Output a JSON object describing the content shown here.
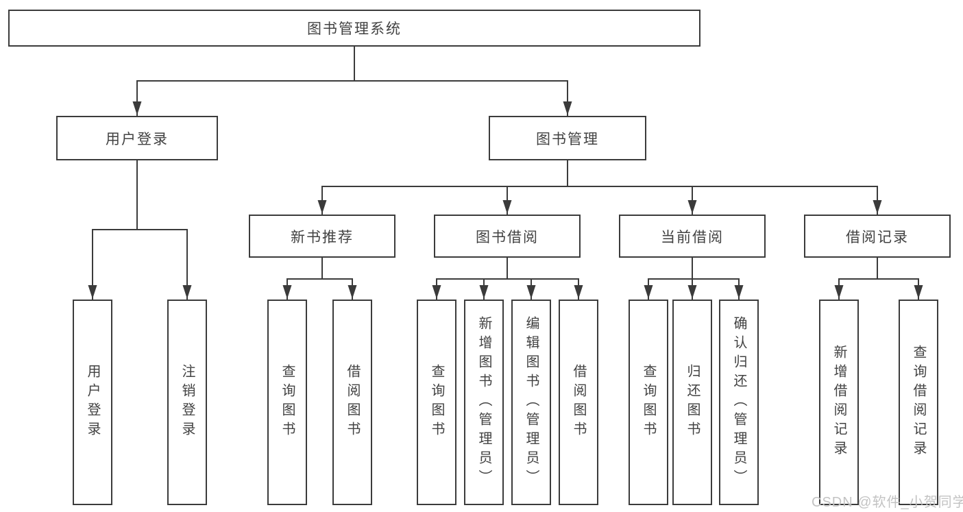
{
  "tree": {
    "root": {
      "label": "图书管理系统"
    },
    "branches": [
      {
        "label": "用户登录",
        "children": [
          {
            "label": "用户登录"
          },
          {
            "label": "注销登录"
          }
        ]
      },
      {
        "label": "图书管理",
        "children": [
          {
            "label": "新书推荐",
            "children": [
              {
                "label": "查询图书"
              },
              {
                "label": "借阅图书"
              }
            ]
          },
          {
            "label": "图书借阅",
            "children": [
              {
                "label": "查询图书"
              },
              {
                "label": "新增图书（管理员）"
              },
              {
                "label": "编辑图书（管理员）"
              },
              {
                "label": "借阅图书"
              }
            ]
          },
          {
            "label": "当前借阅",
            "children": [
              {
                "label": "查询图书"
              },
              {
                "label": "归还图书"
              },
              {
                "label": "确认归还（管理员）"
              }
            ]
          },
          {
            "label": "借阅记录",
            "children": [
              {
                "label": "新增借阅记录"
              },
              {
                "label": "查询借阅记录"
              }
            ]
          }
        ]
      }
    ]
  },
  "watermark": {
    "text": "CSDN @软件_小贺同学"
  },
  "style": {
    "line_color": "#3b3b3b",
    "box_border_color": "#3b3b3b",
    "box_fill": "#ffffff",
    "text_color": "#424242",
    "watermark_color": "#c3c3c3"
  }
}
